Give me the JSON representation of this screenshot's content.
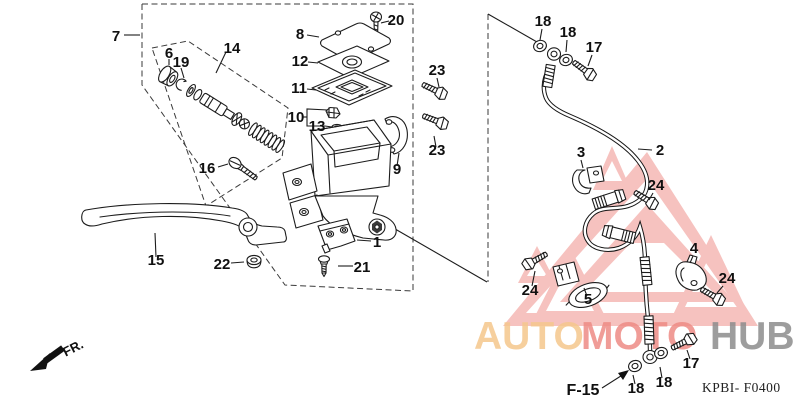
{
  "diagram": {
    "figure_code": "F-15",
    "catalog_code": "KPBI- F0400",
    "direction_label": "FR.",
    "part_labels": [
      {
        "text": "7"
      },
      {
        "text": "14"
      },
      {
        "text": "6"
      },
      {
        "text": "19"
      },
      {
        "text": "8"
      },
      {
        "text": "20"
      },
      {
        "text": "12"
      },
      {
        "text": "11"
      },
      {
        "text": "10"
      },
      {
        "text": "13"
      },
      {
        "text": "9"
      },
      {
        "text": "23"
      },
      {
        "text": "23"
      },
      {
        "text": "16"
      },
      {
        "text": "15"
      },
      {
        "text": "22"
      },
      {
        "text": "1"
      },
      {
        "text": "21"
      },
      {
        "text": "18"
      },
      {
        "text": "18"
      },
      {
        "text": "17"
      },
      {
        "text": "3"
      },
      {
        "text": "2"
      },
      {
        "text": "24"
      },
      {
        "text": "4"
      },
      {
        "text": "24"
      },
      {
        "text": "24"
      },
      {
        "text": "5"
      },
      {
        "text": "17"
      },
      {
        "text": "18"
      },
      {
        "text": "18"
      }
    ],
    "watermark": {
      "word_auto": "AUTO",
      "word_moto": "MOTO",
      "word_hub": "HUB",
      "color_auto": "#f5c78d",
      "color_moto": "#ee8b85",
      "color_hub": "#8d8d8d",
      "triangle_fill": "#ee8680"
    }
  }
}
